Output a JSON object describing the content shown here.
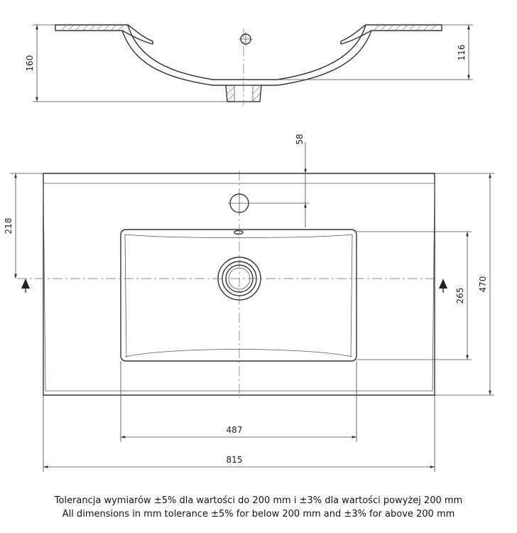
{
  "dimensions": {
    "side_total_height": "160",
    "side_bowl_depth": "116",
    "tap_hole_offset": "58",
    "drain_from_top": "218",
    "bowl_depth_top": "265",
    "overall_depth": "470",
    "bowl_width": "487",
    "overall_width": "815"
  },
  "notes": {
    "tolerance_pl": "Tolerancja wymiarów ±5% dla wartości do 200 mm i ±3% dla wartości powyżej 200 mm",
    "tolerance_en": "All dimensions in mm tolerance ±5% for below 200 mm and ±3% for above 200 mm"
  }
}
